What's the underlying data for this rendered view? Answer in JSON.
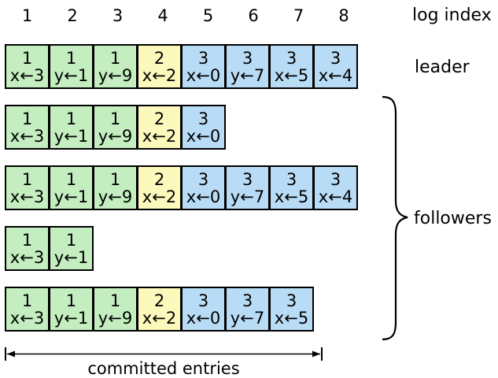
{
  "log_index": {
    "indices": [
      "1",
      "2",
      "3",
      "4",
      "5",
      "6",
      "7",
      "8"
    ],
    "label": "log index"
  },
  "labels": {
    "leader": "leader",
    "followers": "followers",
    "committed": "committed entries"
  },
  "colors": {
    "term1": "#c4eec0",
    "term2": "#fdf9bc",
    "term3": "#b9dcf6"
  },
  "logs": [
    {
      "role": "leader",
      "entries": [
        {
          "term": "1",
          "cmd": "x←3"
        },
        {
          "term": "1",
          "cmd": "y←1"
        },
        {
          "term": "1",
          "cmd": "y←9"
        },
        {
          "term": "2",
          "cmd": "x←2"
        },
        {
          "term": "3",
          "cmd": "x←0"
        },
        {
          "term": "3",
          "cmd": "y←7"
        },
        {
          "term": "3",
          "cmd": "x←5"
        },
        {
          "term": "3",
          "cmd": "x←4"
        }
      ]
    },
    {
      "role": "follower",
      "entries": [
        {
          "term": "1",
          "cmd": "x←3"
        },
        {
          "term": "1",
          "cmd": "y←1"
        },
        {
          "term": "1",
          "cmd": "y←9"
        },
        {
          "term": "2",
          "cmd": "x←2"
        },
        {
          "term": "3",
          "cmd": "x←0"
        }
      ]
    },
    {
      "role": "follower",
      "entries": [
        {
          "term": "1",
          "cmd": "x←3"
        },
        {
          "term": "1",
          "cmd": "y←1"
        },
        {
          "term": "1",
          "cmd": "y←9"
        },
        {
          "term": "2",
          "cmd": "x←2"
        },
        {
          "term": "3",
          "cmd": "x←0"
        },
        {
          "term": "3",
          "cmd": "y←7"
        },
        {
          "term": "3",
          "cmd": "x←5"
        },
        {
          "term": "3",
          "cmd": "x←4"
        }
      ]
    },
    {
      "role": "follower",
      "entries": [
        {
          "term": "1",
          "cmd": "x←3"
        },
        {
          "term": "1",
          "cmd": "y←1"
        }
      ]
    },
    {
      "role": "follower",
      "entries": [
        {
          "term": "1",
          "cmd": "x←3"
        },
        {
          "term": "1",
          "cmd": "y←1"
        },
        {
          "term": "1",
          "cmd": "y←9"
        },
        {
          "term": "2",
          "cmd": "x←2"
        },
        {
          "term": "3",
          "cmd": "x←0"
        },
        {
          "term": "3",
          "cmd": "y←7"
        },
        {
          "term": "3",
          "cmd": "x←5"
        }
      ]
    }
  ]
}
